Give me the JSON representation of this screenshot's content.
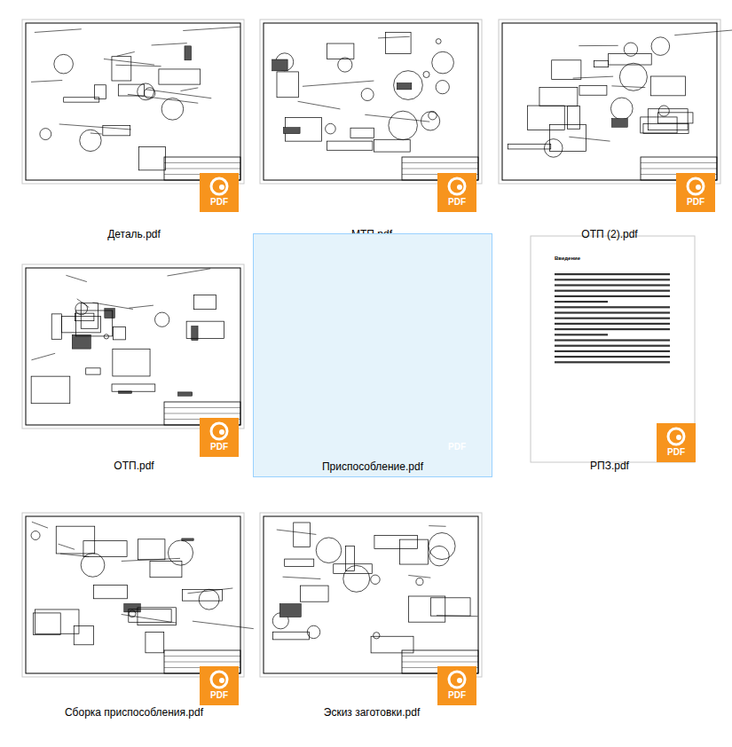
{
  "diagram": {
    "nodes": [
      {
        "text": [
          "Деталь.pdf"
        ]
      },
      {
        "text": [
          "МТП.pdf"
        ]
      },
      {
        "text": [
          "ОТП (2).pdf"
        ]
      },
      {
        "text": [
          "ОТП.pdf"
        ]
      },
      {
        "text": [
          "Приспособление.pdf"
        ]
      },
      {
        "text": [
          "РПЗ.pdf"
        ]
      },
      {
        "text": [
          "Сборка приспособления.pdf"
        ]
      },
      {
        "text": [
          "Эскиз заготовки.pdf"
        ]
      }
    ],
    "labels": [
      "PDF",
      "PDF",
      "PDF",
      "PDF",
      "PDF",
      "PDF",
      "PDF",
      "PDF",
      "Введение"
    ]
  }
}
